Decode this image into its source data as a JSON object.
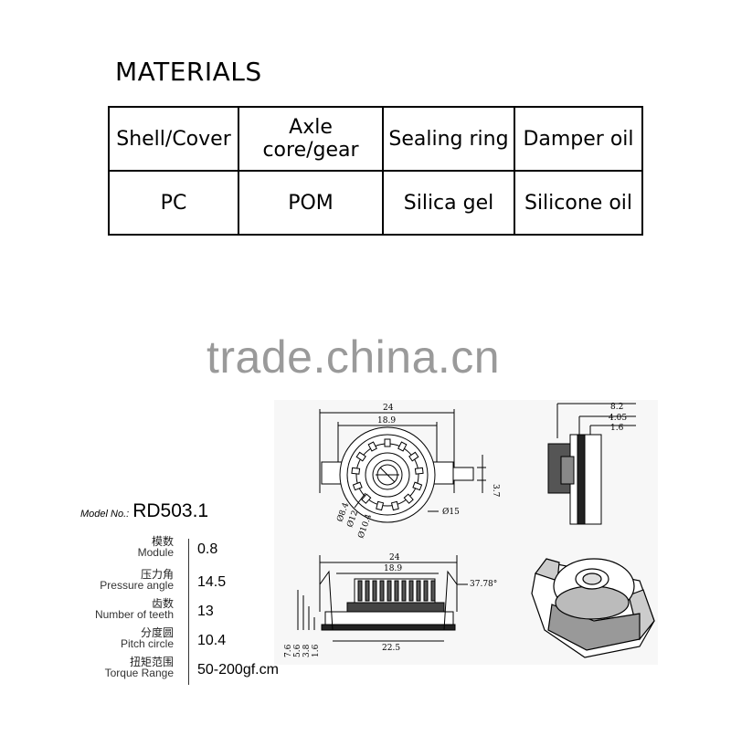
{
  "title": "MATERIALS",
  "table": {
    "headers": [
      "Shell/Cover",
      "Axle core/gear",
      "Sealing ring",
      "Damper oil"
    ],
    "values": [
      "PC",
      "POM",
      "Silica gel",
      "Silicone oil"
    ]
  },
  "watermark": "trade.china.cn",
  "model": {
    "label": "Model No.:",
    "value": "RD503.1"
  },
  "specs": [
    {
      "cn": "模数",
      "en": "Module",
      "value": "0.8"
    },
    {
      "cn": "压力角",
      "en": "Pressure angle",
      "value": "14.5"
    },
    {
      "cn": "齿数",
      "en": "Number of teeth",
      "value": "13"
    },
    {
      "cn": "分度圆",
      "en": "Pitch circle",
      "value": "10.4"
    },
    {
      "cn": "扭矩范围",
      "en": "Torque Range",
      "value": "50-200gf.cm"
    }
  ],
  "dimensions": {
    "top_width": "24",
    "top_inner": "18.9",
    "top_side": "3.7",
    "d84": "Ø8.4",
    "d12": "Ø12",
    "d104": "Ø10.4",
    "d15": "Ø15",
    "side_82": "8.2",
    "side_405": "4.05",
    "side_16": "1.6",
    "front_width": "24",
    "front_inner": "18.9",
    "angle": "37.78°",
    "base": "22.5",
    "h76": "7.6",
    "h56": "5.6",
    "h38": "3.8",
    "h16": "1.6"
  }
}
